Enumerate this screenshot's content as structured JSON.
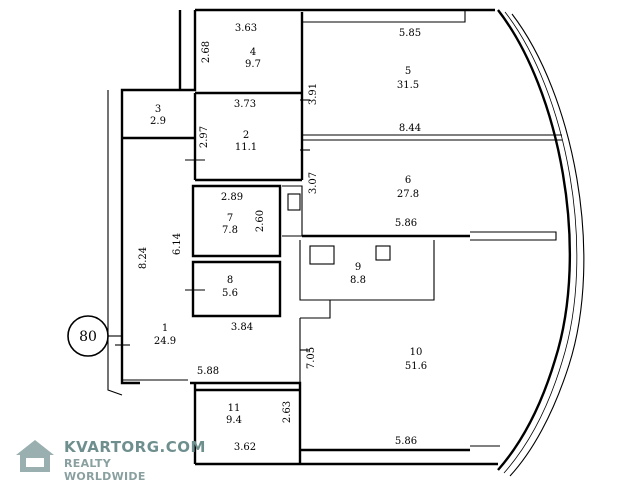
{
  "plan": {
    "circle_label": "80",
    "rooms": [
      {
        "id": "1",
        "number": "1",
        "area": "24.9"
      },
      {
        "id": "2",
        "number": "2",
        "area": "11.1"
      },
      {
        "id": "3",
        "number": "3",
        "area": "2.9"
      },
      {
        "id": "4",
        "number": "4",
        "area": "9.7"
      },
      {
        "id": "5",
        "number": "5",
        "area": "31.5"
      },
      {
        "id": "6",
        "number": "6",
        "area": "27.8"
      },
      {
        "id": "7",
        "number": "7",
        "area": "7.8"
      },
      {
        "id": "8",
        "number": "8",
        "area": "5.6"
      },
      {
        "id": "9",
        "number": "9",
        "area": "8.8"
      },
      {
        "id": "10",
        "number": "10",
        "area": "51.6"
      },
      {
        "id": "11",
        "number": "11",
        "area": "9.4"
      }
    ],
    "dimensions": {
      "d1": "3.63",
      "d2": "2.68",
      "d3": "5.85",
      "d4": "3.91",
      "d5": "3.73",
      "d6": "2.97",
      "d7": "8.44",
      "d8": "3.07",
      "d9": "2.89",
      "d10": "2.60",
      "d11": "6.14",
      "d12": "8.24",
      "d13": "5.86",
      "d14": "3.84",
      "d15": "7.05",
      "d16": "5.88",
      "d17": "2.63",
      "d18": "3.62",
      "d19": "5.86"
    }
  },
  "watermark": {
    "line1": "KVARTORG.COM",
    "line2": "REALTY WORLDWIDE"
  }
}
